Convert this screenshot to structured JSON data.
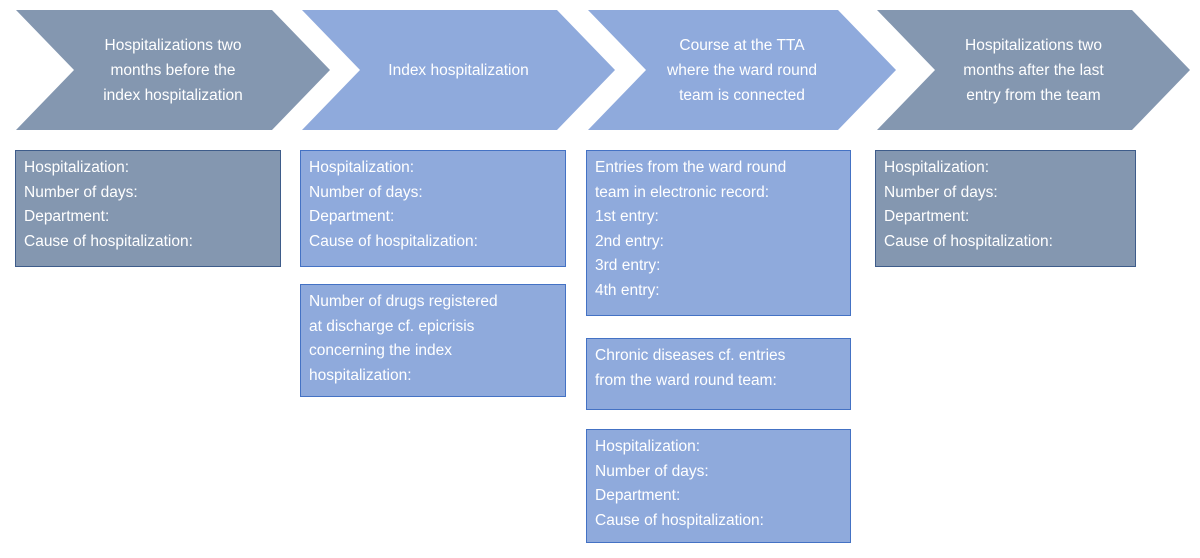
{
  "colors": {
    "chevron_dark": "#8497B0",
    "chevron_light": "#8FAADC",
    "box_light_fill": "#8FAADC",
    "box_light_border": "#4472C4",
    "box_dark_fill": "#8497B0",
    "box_dark_border": "#3E5C8A",
    "text": "#FFFFFF"
  },
  "chevrons": [
    {
      "id": "before",
      "tone": "dark",
      "label": [
        "Hospitalizations two",
        "months before the",
        "index hospitalization"
      ]
    },
    {
      "id": "index",
      "tone": "light",
      "label": [
        "Index hospitalization"
      ]
    },
    {
      "id": "tta-course",
      "tone": "light",
      "label": [
        "Course at the TTA",
        "where the ward round",
        "team is connected"
      ]
    },
    {
      "id": "after",
      "tone": "dark",
      "label": [
        "Hospitalizations two",
        "months after the last",
        "entry from the team"
      ]
    }
  ],
  "boxes": [
    {
      "id": "before-details",
      "tone": "dark",
      "lines": [
        "Hospitalization:",
        "Number of days:",
        "Department:",
        "Cause of hospitalization:"
      ]
    },
    {
      "id": "index-details",
      "tone": "light",
      "lines": [
        "Hospitalization:",
        "Number of days:",
        "Department:",
        "Cause of hospitalization:"
      ]
    },
    {
      "id": "drugs-registered",
      "tone": "light",
      "lines": [
        "Number of drugs registered",
        "at discharge cf. epicrisis",
        "concerning the index",
        "hospitalization:"
      ]
    },
    {
      "id": "ward-round-entries",
      "tone": "light",
      "lines": [
        "Entries from the ward round",
        "team in electronic record:",
        "1st entry:",
        "2nd entry:",
        "3rd entry:",
        "4th entry:"
      ]
    },
    {
      "id": "chronic-diseases",
      "tone": "light",
      "lines": [
        "Chronic diseases cf. entries",
        "from the ward round team:"
      ]
    },
    {
      "id": "tta-hospitalization-details",
      "tone": "light",
      "lines": [
        "Hospitalization:",
        "Number of days:",
        "Department:",
        "Cause of hospitalization:"
      ]
    },
    {
      "id": "after-details",
      "tone": "dark",
      "lines": [
        "Hospitalization:",
        "Number of days:",
        "Department:",
        "Cause of hospitalization:"
      ]
    }
  ]
}
